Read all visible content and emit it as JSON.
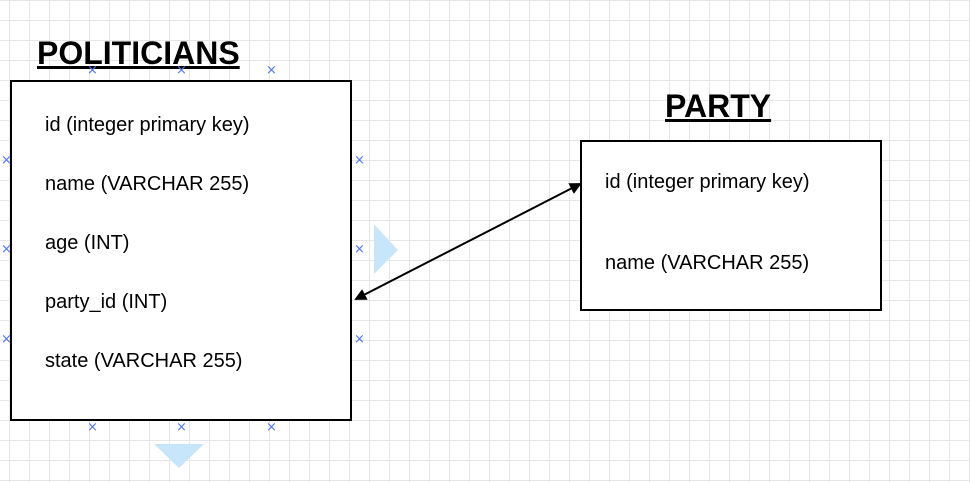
{
  "entities": {
    "politicians": {
      "title": "POLITICIANS",
      "fields": [
        "id (integer primary key)",
        "name (VARCHAR 255)",
        "age (INT)",
        "party_id (INT)",
        "state (VARCHAR 255)"
      ]
    },
    "party": {
      "title": "PARTY",
      "fields": [
        "id (integer primary key)",
        "name (VARCHAR 255)"
      ]
    }
  },
  "relationship": {
    "from": "politicians.party_id",
    "to": "party.id",
    "style": "bidirectional-arrow"
  },
  "colors": {
    "grid": "#e6e6e6",
    "connection_marker": "#4d74ff",
    "hover_arrow": "#c8e6fb",
    "stroke": "#000000"
  },
  "icons": [
    "connection-point-x-icon",
    "hover-direction-arrow-icon"
  ]
}
